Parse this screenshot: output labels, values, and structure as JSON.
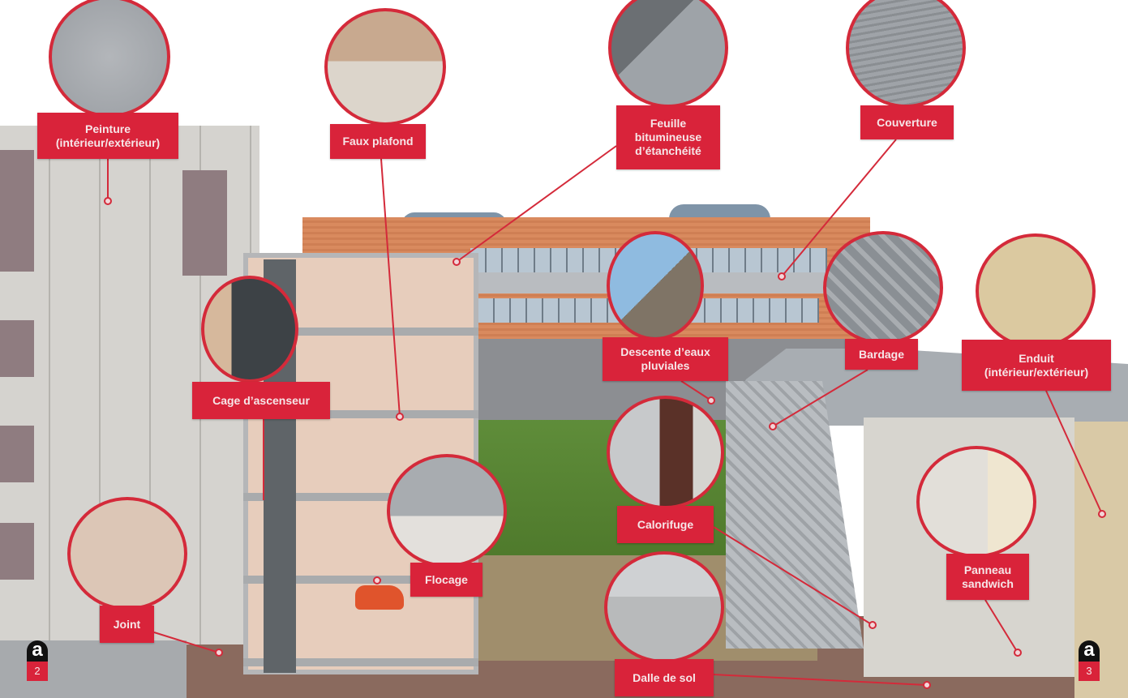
{
  "diagram": {
    "accent_color": "#d9233a",
    "labels": {
      "peinture": {
        "line1": "Peinture",
        "line2": "(intérieur/extérieur)"
      },
      "faux_plafond": {
        "line1": "Faux plafond"
      },
      "feuille": {
        "line1": "Feuille",
        "line2": "bitumineuse",
        "line3": "d’étanchéité"
      },
      "couverture": {
        "line1": "Couverture"
      },
      "cage": {
        "line1": "Cage d’ascenseur"
      },
      "descente": {
        "line1": "Descente d’eaux",
        "line2": "pluviales"
      },
      "bardage": {
        "line1": "Bardage"
      },
      "enduit": {
        "line1": "Enduit",
        "line2": "(intérieur/extérieur)"
      },
      "calorifuge": {
        "line1": "Calorifuge"
      },
      "flocage": {
        "line1": "Flocage"
      },
      "joint": {
        "line1": "Joint"
      },
      "panneau": {
        "line1": "Panneau",
        "line2": "sandwich"
      },
      "dalle": {
        "line1": "Dalle de sol"
      }
    },
    "badges": [
      {
        "letter": "a",
        "number": "2"
      },
      {
        "letter": "a",
        "number": "3"
      }
    ]
  }
}
